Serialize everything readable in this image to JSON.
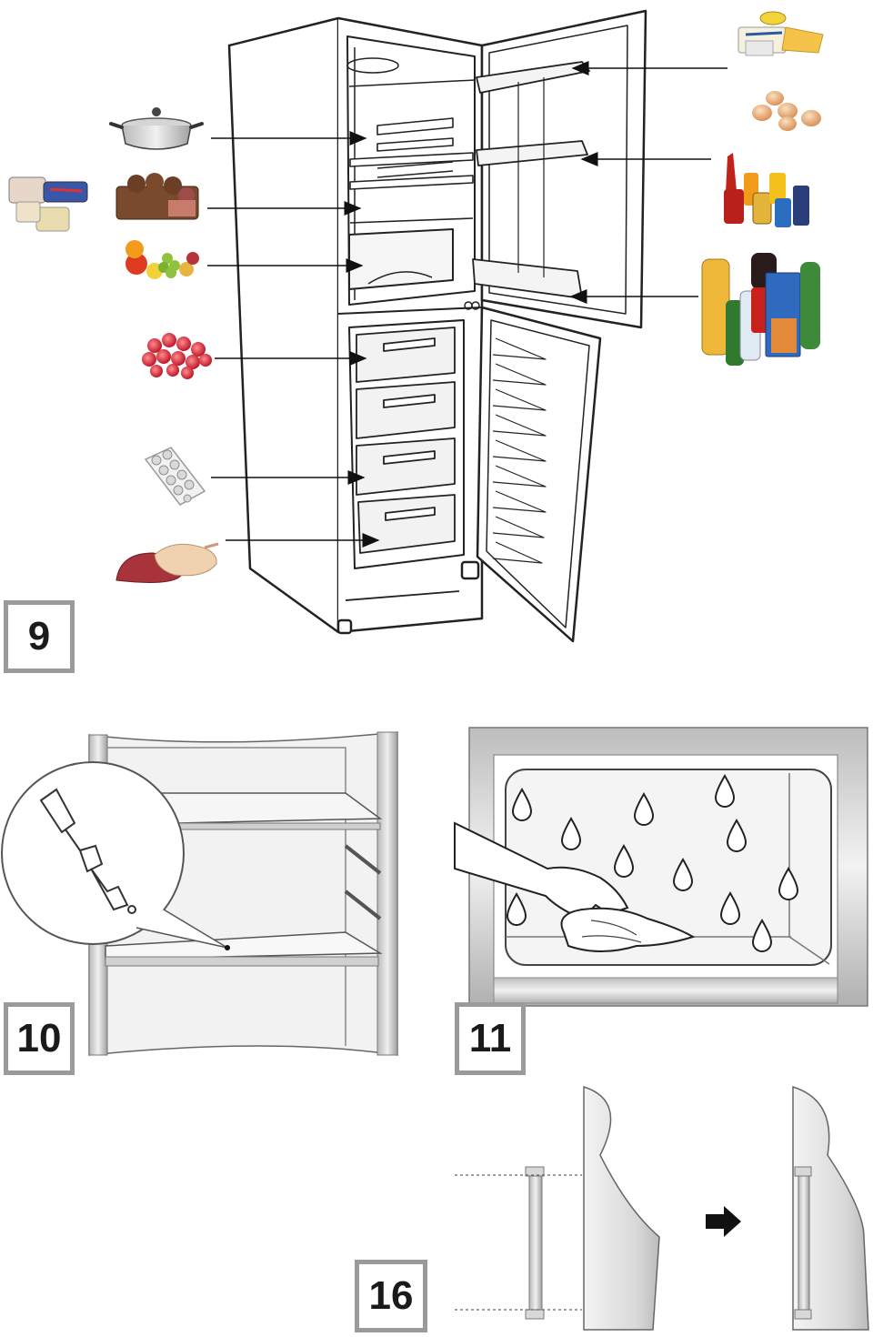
{
  "figures": [
    {
      "label": "9",
      "subject": "fridge-freezer-food-storage-layout"
    },
    {
      "label": "10",
      "subject": "shelf-clip-detail"
    },
    {
      "label": "11",
      "subject": "wiping-condensation-inside-cavity"
    },
    {
      "label": "16",
      "subject": "mounting-door-handle"
    }
  ],
  "colors": {
    "line": "#222222",
    "badge_border": "#9a9a9a",
    "metal_light": "#e8e8e8",
    "metal_dark": "#a8a8a8",
    "arrow": "#111111"
  },
  "icons": {
    "fig9_left": [
      "saucepan-icon",
      "packaged-food-icon",
      "cold-cuts-icon",
      "fruit-icon",
      "berries-icon",
      "ice-cube-tray-icon",
      "meat-poultry-icon"
    ],
    "fig9_right": [
      "dairy-products-icon",
      "eggs-icon",
      "jars-bottles-icon",
      "drinks-icon"
    ],
    "fig11": [
      "water-drop-icon",
      "hand-with-cloth-icon"
    ],
    "fig16": [
      "door-handle-icon",
      "right-arrow-icon"
    ]
  }
}
